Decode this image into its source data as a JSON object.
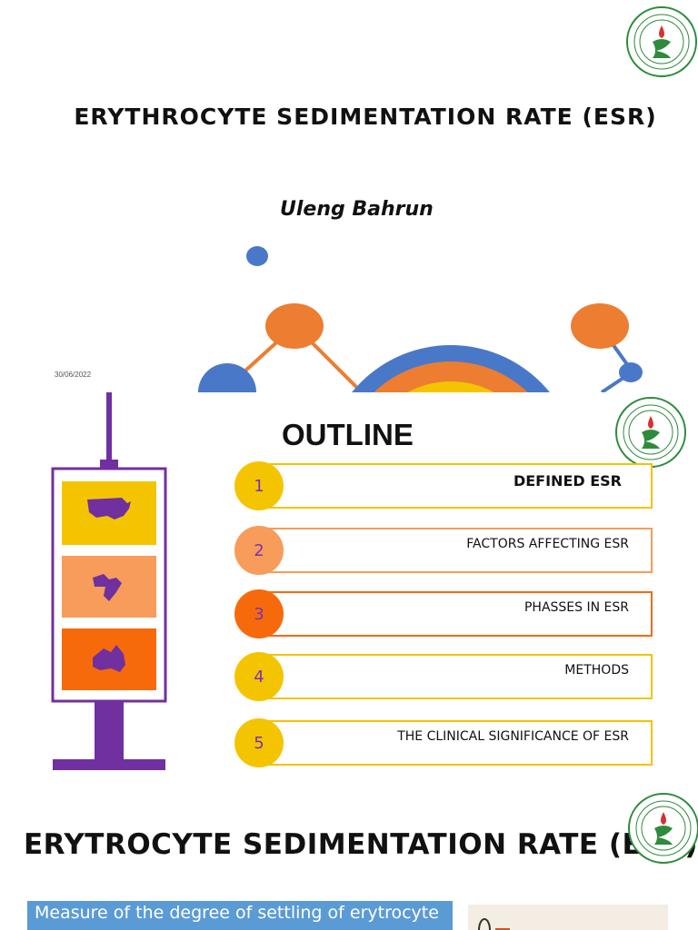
{
  "slide1": {
    "title": "ERYTHROCYTE SEDIMENTATION RATE (ESR)",
    "author": "Uleng Bahrun",
    "date": "30/06/2022"
  },
  "slide2": {
    "title": "OUTLINE",
    "items": [
      {
        "number": "1",
        "label": "DEFINED ESR",
        "circle_color": "#f5c400"
      },
      {
        "number": "2",
        "label": "FACTORS AFFECTING ESR",
        "circle_color": "#f79c5a"
      },
      {
        "number": "3",
        "label": "PHASSES IN ESR",
        "circle_color": "#f76a0c"
      },
      {
        "number": "4",
        "label": "METHODS",
        "circle_color": "#f5c400"
      },
      {
        "number": "5",
        "label": "THE CLINICAL SIGNIFICANCE OF ESR",
        "circle_color": "#f5c400"
      }
    ],
    "sign_panels": [
      "usa-map",
      "venezuela-map",
      "australia-map"
    ]
  },
  "slide3": {
    "title": "ERYTROCYTE SEDIMENTATION RATE (ESR)",
    "box_text": "Measure of the degree of settling of erytrocyte"
  },
  "colors": {
    "blue": "#4a78c8",
    "orange": "#ed7d31",
    "yellow": "#f5c400",
    "purple": "#7030a0",
    "logo_green": "#2e8b3c"
  }
}
